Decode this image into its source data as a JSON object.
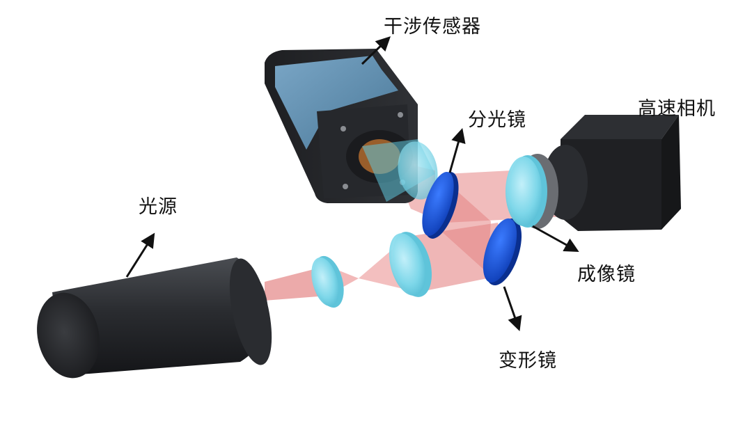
{
  "labels": {
    "interference_sensor": "干涉传感器",
    "beam_splitter": "分光镜",
    "high_speed_camera": "高速相机",
    "light_source": "光源",
    "imaging_lens": "成像镜",
    "deformable_mirror": "变形镜"
  },
  "colors": {
    "background": "#ffffff",
    "beam": "#e2797a",
    "lens_glass": "#7fd8ea",
    "mirror_blue": "#1a56e0",
    "body_dark": "#2d2f33",
    "sensor_panel": "#5f8fb2",
    "arrow": "#111111"
  }
}
